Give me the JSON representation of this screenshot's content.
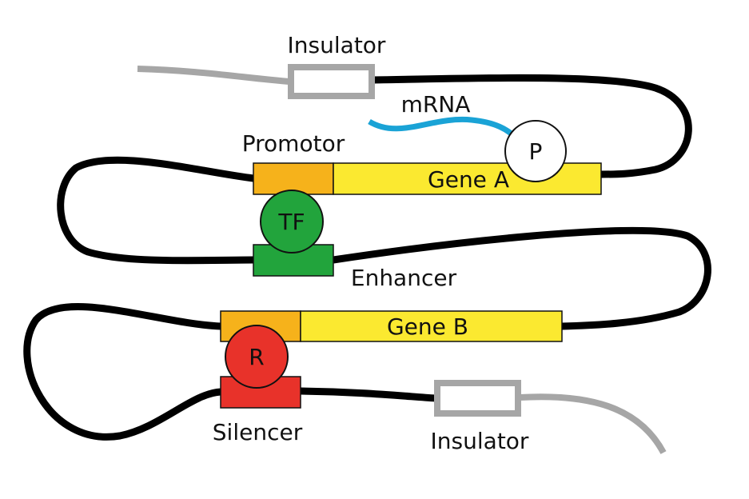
{
  "labels": {
    "insulator_top": "Insulator",
    "mrna": "mRNA",
    "promotor": "Promotor",
    "gene_a": "Gene A",
    "p": "P",
    "tf": "TF",
    "enhancer": "Enhancer",
    "gene_b": "Gene B",
    "r": "R",
    "silencer": "Silencer",
    "insulator_bottom": "Insulator"
  },
  "colors": {
    "dna": "#000000",
    "insulator": "#a6a6a6",
    "promoter": "#f6b21b",
    "gene": "#fbe930",
    "tf": "#22a43c",
    "repressor": "#e8322a",
    "mrna": "#1aa3d6"
  }
}
